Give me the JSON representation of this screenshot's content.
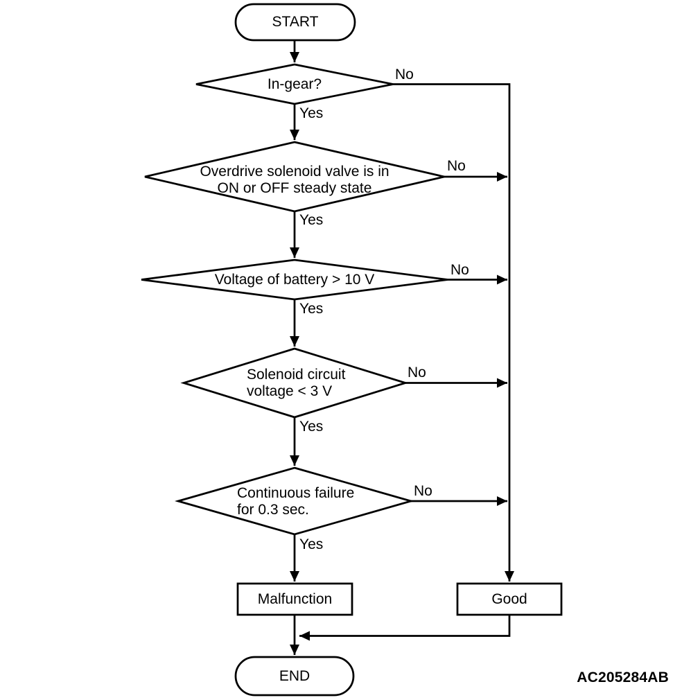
{
  "flowchart": {
    "start": {
      "label": "START"
    },
    "end": {
      "label": "END"
    },
    "branch_labels": {
      "yes": "Yes",
      "no": "No"
    },
    "decisions": [
      {
        "lines": [
          "In-gear?"
        ]
      },
      {
        "lines": [
          "Overdrive solenoid valve is in",
          "ON or OFF steady state"
        ]
      },
      {
        "lines": [
          "Voltage of battery > 10 V"
        ]
      },
      {
        "lines": [
          "Solenoid circuit",
          "voltage < 3 V"
        ]
      },
      {
        "lines": [
          "Continuous failure",
          "for 0.3 sec."
        ]
      }
    ],
    "outcomes": [
      {
        "label": "Malfunction"
      },
      {
        "label": "Good"
      }
    ],
    "figure_code": "AC205284AB",
    "colors": {
      "stroke": "#000000",
      "background": "#ffffff",
      "text": "#000000"
    }
  }
}
